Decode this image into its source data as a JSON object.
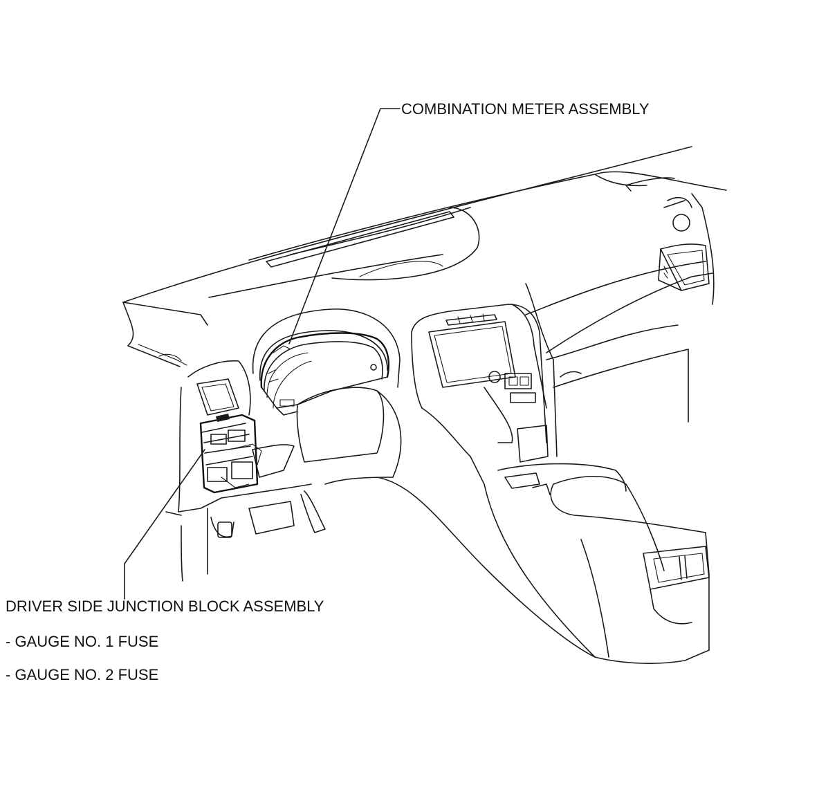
{
  "labels": {
    "combination_meter": "COMBINATION METER ASSEMBLY",
    "junction_block": "DRIVER SIDE JUNCTION BLOCK ASSEMBLY",
    "fuse_1": "- GAUGE NO. 1 FUSE",
    "fuse_2": "- GAUGE NO. 2 FUSE"
  }
}
